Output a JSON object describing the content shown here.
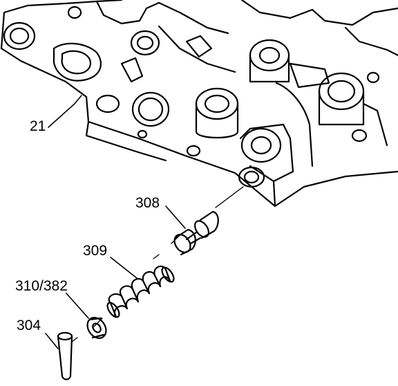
{
  "diagram": {
    "callouts": [
      {
        "id": "valve-body",
        "text": "21"
      },
      {
        "id": "valve",
        "text": "308"
      },
      {
        "id": "spring",
        "text": "309"
      },
      {
        "id": "retainer",
        "text": "310/382"
      },
      {
        "id": "pin",
        "text": "304"
      }
    ],
    "line_color": "#000000",
    "background": "#ffffff"
  }
}
